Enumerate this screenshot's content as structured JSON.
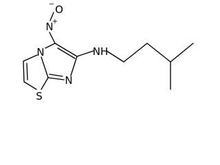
{
  "molecule": {
    "atoms": {
      "oxygen": "O",
      "oxygen_charge": "−",
      "nitro_nitrogen": "N",
      "nitro_charge": "+",
      "amine": "NH",
      "ring_nitrogen_fused": "N",
      "ring_nitrogen": "N",
      "sulfur": "S"
    }
  }
}
